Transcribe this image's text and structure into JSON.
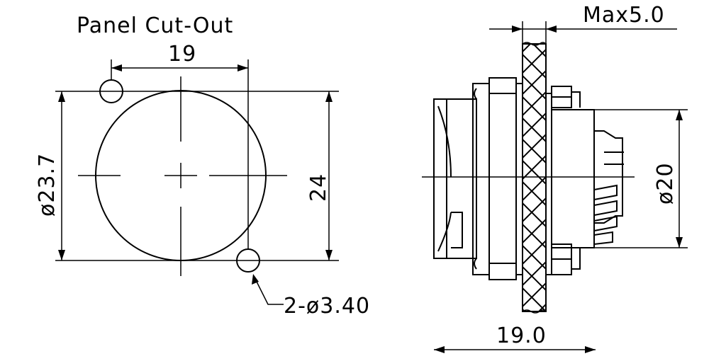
{
  "labels": {
    "title": "Panel Cut-Out",
    "dim_hole_spacing": "19",
    "dim_cutout_diameter": "ø23.7",
    "dim_height": "24",
    "dim_mount_holes": "2-ø3.40",
    "dim_panel_thickness": "Max5.0",
    "dim_body_diameter": "ø20",
    "dim_overall_length": "19.0"
  }
}
